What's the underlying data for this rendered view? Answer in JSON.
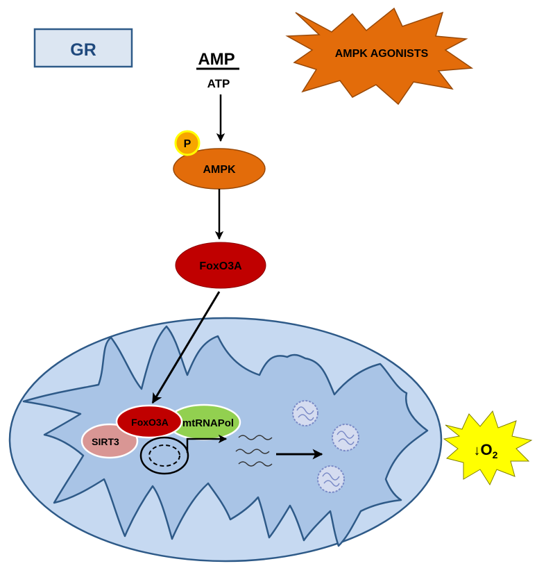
{
  "gr_box": {
    "label": "GR"
  },
  "ratio": {
    "numerator": "AMP",
    "denominator": "ATP"
  },
  "agonists": {
    "label": "AMPK AGONISTS"
  },
  "phospho": {
    "label": "P"
  },
  "ampk": {
    "label": "AMPK"
  },
  "foxo3a_cytosol": {
    "label": "FoxO3A"
  },
  "mito": {
    "foxo3a_label": "FoxO3A",
    "mtrnapol_label": "mtRNAPol",
    "sirt3_label": "SIRT3"
  },
  "oxygen": {
    "arrow": "↓",
    "base": "O",
    "subscript": "2"
  },
  "colors": {
    "orange": "#E36C0A",
    "orange_stroke": "#984807",
    "dark_red": "#C00000",
    "green": "#92D050",
    "pink": "#D99694",
    "mito_outer": "#C6D9F1",
    "mito_inner": "#A9C4E6",
    "mito_stroke": "#2E5A88",
    "gr_fill": "#DCE6F2",
    "gr_text": "#1F497D",
    "yellow": "#FFFF00",
    "protein": "#7B8BC7"
  }
}
